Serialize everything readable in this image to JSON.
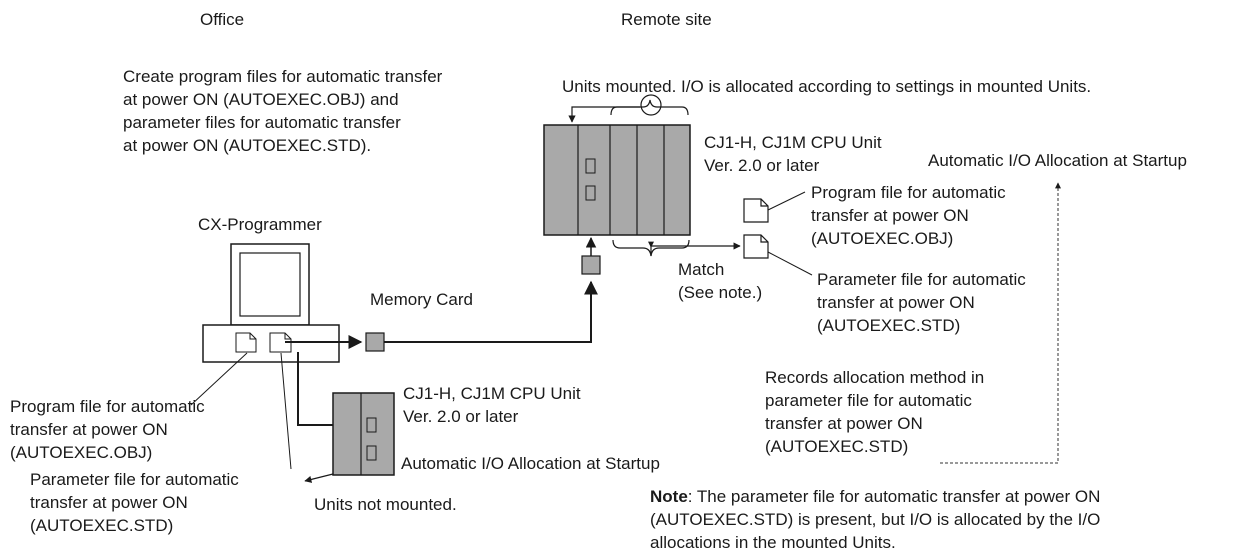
{
  "headers": {
    "office": "Office",
    "remote": "Remote site"
  },
  "office_desc": [
    "Create program files for automatic transfer",
    "at power ON (AUTOEXEC.OBJ) and",
    "parameter files for automatic transfer",
    "at power ON (AUTOEXEC.STD)."
  ],
  "units_mounted": "Units mounted.  I/O is allocated according to settings in mounted Units.",
  "remote_cpu": [
    "CJ1-H, CJ1M CPU Unit",
    "Ver. 2.0 or later"
  ],
  "remote_auto_alloc": "Automatic I/O Allocation at Startup",
  "remote_program_file": [
    "Program file for automatic",
    "transfer at power ON",
    "(AUTOEXEC.OBJ)"
  ],
  "remote_parameter_file": [
    "Parameter file for automatic",
    "transfer at power ON",
    "(AUTOEXEC.STD)"
  ],
  "match": [
    "Match",
    "(See note.)"
  ],
  "cx_programmer": "CX-Programmer",
  "memory_card": "Memory Card",
  "office_cpu": [
    "CJ1-H, CJ1M CPU Unit",
    "Ver. 2.0 or later"
  ],
  "office_program_file": [
    "Program file for automatic",
    "transfer at power ON",
    "(AUTOEXEC.OBJ)"
  ],
  "office_parameter_file": [
    "Parameter file for automatic",
    "transfer at power ON",
    "(AUTOEXEC.STD)"
  ],
  "office_auto_alloc": "Automatic I/O Allocation at Startup",
  "units_not_mounted": "Units not mounted.",
  "records": [
    "Records allocation method in",
    "parameter file for automatic",
    "transfer at power ON",
    "(AUTOEXEC.STD)"
  ],
  "note": {
    "label": "Note",
    "lines": [
      ": The parameter file for automatic transfer at power ON",
      "(AUTOEXEC.STD) is present, but I/O is allocated by the I/O",
      "allocations in the mounted Units."
    ]
  },
  "colors": {
    "unit_fill": "#a9a9a9",
    "line": "#1a1a1a"
  }
}
